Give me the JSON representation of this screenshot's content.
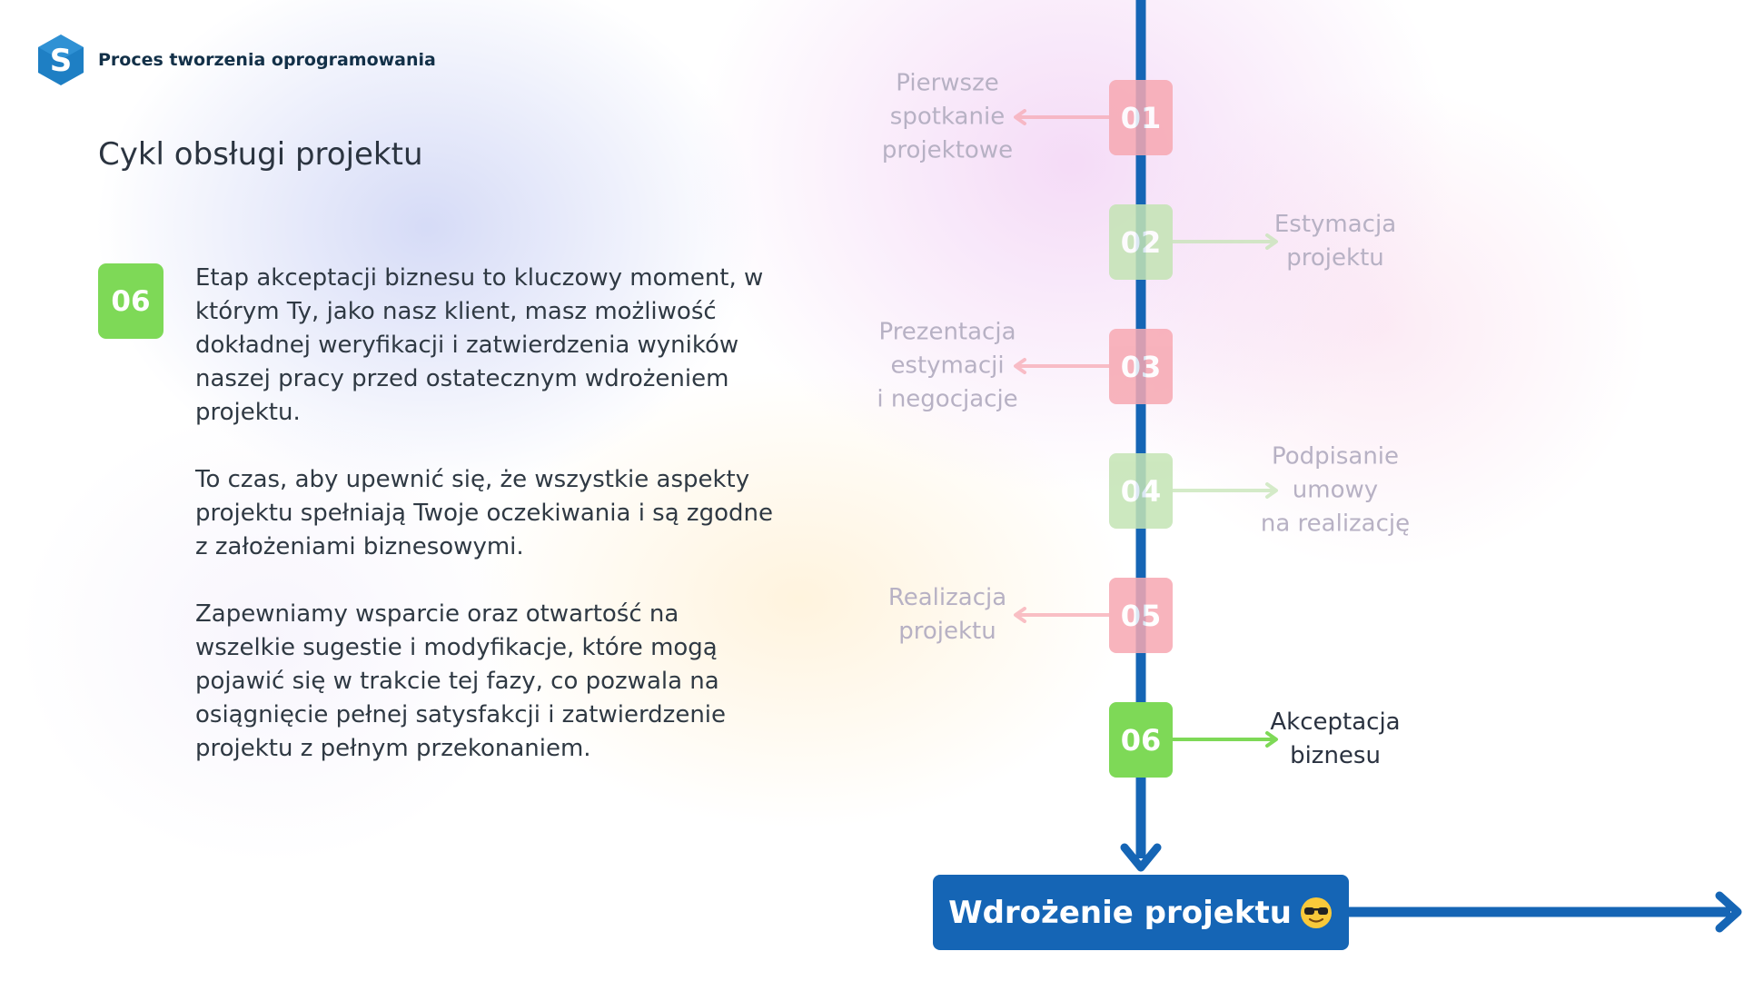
{
  "header": {
    "title": "Proces tworzenia oprogramowania"
  },
  "heading": "Cykl obsługi projektu",
  "current_step": {
    "number": "06",
    "paragraphs": [
      "Etap akceptacji biznesu to kluczowy moment, w którym Ty, jako nasz klient, masz możliwość dokładnej weryfikacji i zatwierdzenia wyników naszej pracy przed ostatecznym wdrożeniem projektu.",
      "To czas, aby upewnić się, że wszystkie aspekty projektu spełniają Twoje oczekiwania i są zgodne z założeniami biznesowymi.",
      "Zapewniamy wsparcie oraz otwartość na wszelkie sugestie i modyfikacje, które mogą pojawić się w trakcie tej fazy, co pozwala na osiągnięcie pełnej satysfakcji i zatwierdzenie projektu z pełnym przekonaniem."
    ]
  },
  "timeline": {
    "steps": [
      {
        "number": "01",
        "label": "Pierwsze\nspotkanie\nprojektowe",
        "side": "left",
        "color": "#f7a8b2",
        "active": false
      },
      {
        "number": "02",
        "label": "Estymacja\nprojektu",
        "side": "right",
        "color": "#c4e4b4",
        "active": false
      },
      {
        "number": "03",
        "label": "Prezentacja\nestymacji\ni negocjacje",
        "side": "left",
        "color": "#f7a8b2",
        "active": false
      },
      {
        "number": "04",
        "label": "Podpisanie\numowy\nna realizację",
        "side": "right",
        "color": "#c4e4b4",
        "active": false
      },
      {
        "number": "05",
        "label": "Realizacja\nprojektu",
        "side": "left",
        "color": "#f7a8b2",
        "active": false
      },
      {
        "number": "06",
        "label": "Akceptacja\nbiznesu",
        "side": "right",
        "color": "#7ed957",
        "active": true
      }
    ],
    "final_label": "Wdrożenie projektu",
    "final_icon": "sunglasses-emoji-icon"
  },
  "colors": {
    "timeline_blue": "#1565b5",
    "active_green": "#7ed957",
    "inactive_pink": "#f7a8b2",
    "inactive_green": "#c4e4b4",
    "logo_blue": "#1e7fc4"
  }
}
